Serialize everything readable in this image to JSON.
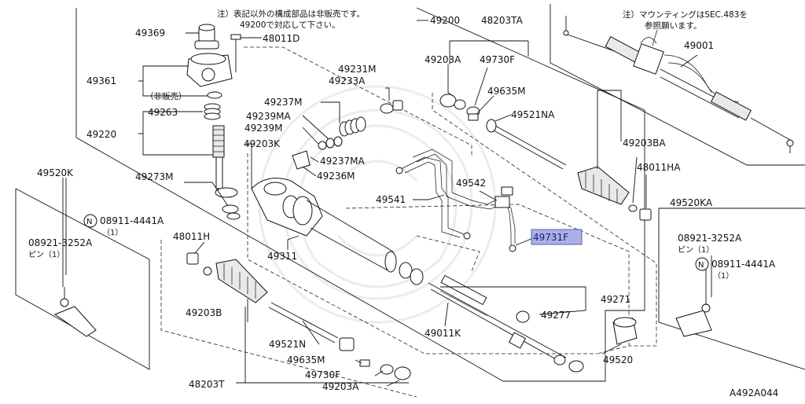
{
  "notes": {
    "top_line1": "注）表記以外の構成部品は非販売です。",
    "top_line2": "49200で対応して下さい。",
    "mount_line1": "注）マウンティングはSEC.483を",
    "mount_line2": "参照願います。",
    "not_sold": "（非販売）"
  },
  "parts": {
    "p49369": "49369",
    "p48011D": "48011D",
    "p49361": "49361",
    "p49263": "49263",
    "p49220": "49220",
    "p49231M": "49231M",
    "p49233A": "49233A",
    "p49237M": "49237M",
    "p49239MA": "49239MA",
    "p49239M": "49239M",
    "p49203K": "49203K",
    "p49237MA": "49237MA",
    "p49236M": "49236M",
    "p49273M": "49273M",
    "p49520K": "49520K",
    "p08911_L": "08911-4441A",
    "p08911_L_q": "（1）",
    "p08921_L": "08921-3252A",
    "p08921_L_q": "ピン（1）",
    "p48011H": "48011H",
    "p49200": "49200",
    "p48203TA": "48203TA",
    "p49203A_top": "49203A",
    "p49730F_top": "49730F",
    "p49635M_top": "49635M",
    "p49521NA": "49521NA",
    "p49001": "49001",
    "p49203BA": "49203BA",
    "p48011HA": "48011HA",
    "p49520KA": "49520KA",
    "p08921_R": "08921-3252A",
    "p08921_R_q": "ピン（1）",
    "p08911_R": "08911-4441A",
    "p08911_R_q": "（1）",
    "p49542": "49542",
    "p49541": "49541",
    "p49731F": "49731F",
    "p49311": "49311",
    "p49271": "49271",
    "p49277": "49277",
    "p49011K": "49011K",
    "p49520": "49520",
    "p49203B": "49203B",
    "p49521N": "49521N",
    "p49635M_bot": "49635M",
    "p49730F_bot": "49730F",
    "p49203A_bot": "49203A",
    "p48203T": "48203T",
    "n_symbol": "N"
  },
  "figure_code": "A492A044",
  "colors": {
    "highlight": "#aab0e6",
    "highlight_border": "#5a5fb0"
  }
}
